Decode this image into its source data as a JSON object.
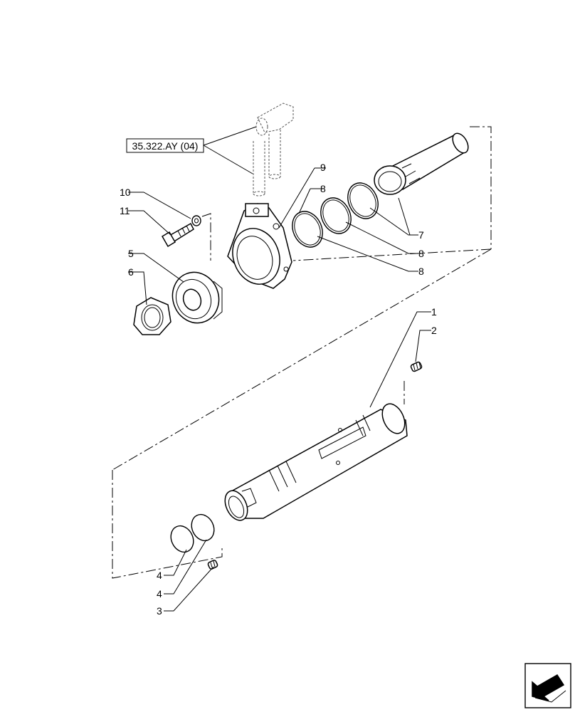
{
  "diagram": {
    "reference_link": "35.322.AY (04)",
    "callouts": [
      "1",
      "2",
      "3",
      "4",
      "4",
      "5",
      "6",
      "7",
      "8",
      "8",
      "9",
      "10",
      "11"
    ],
    "colors": {
      "line": "#000000",
      "background": "#ffffff"
    },
    "nav_icon": "next-page-arrow-icon"
  }
}
